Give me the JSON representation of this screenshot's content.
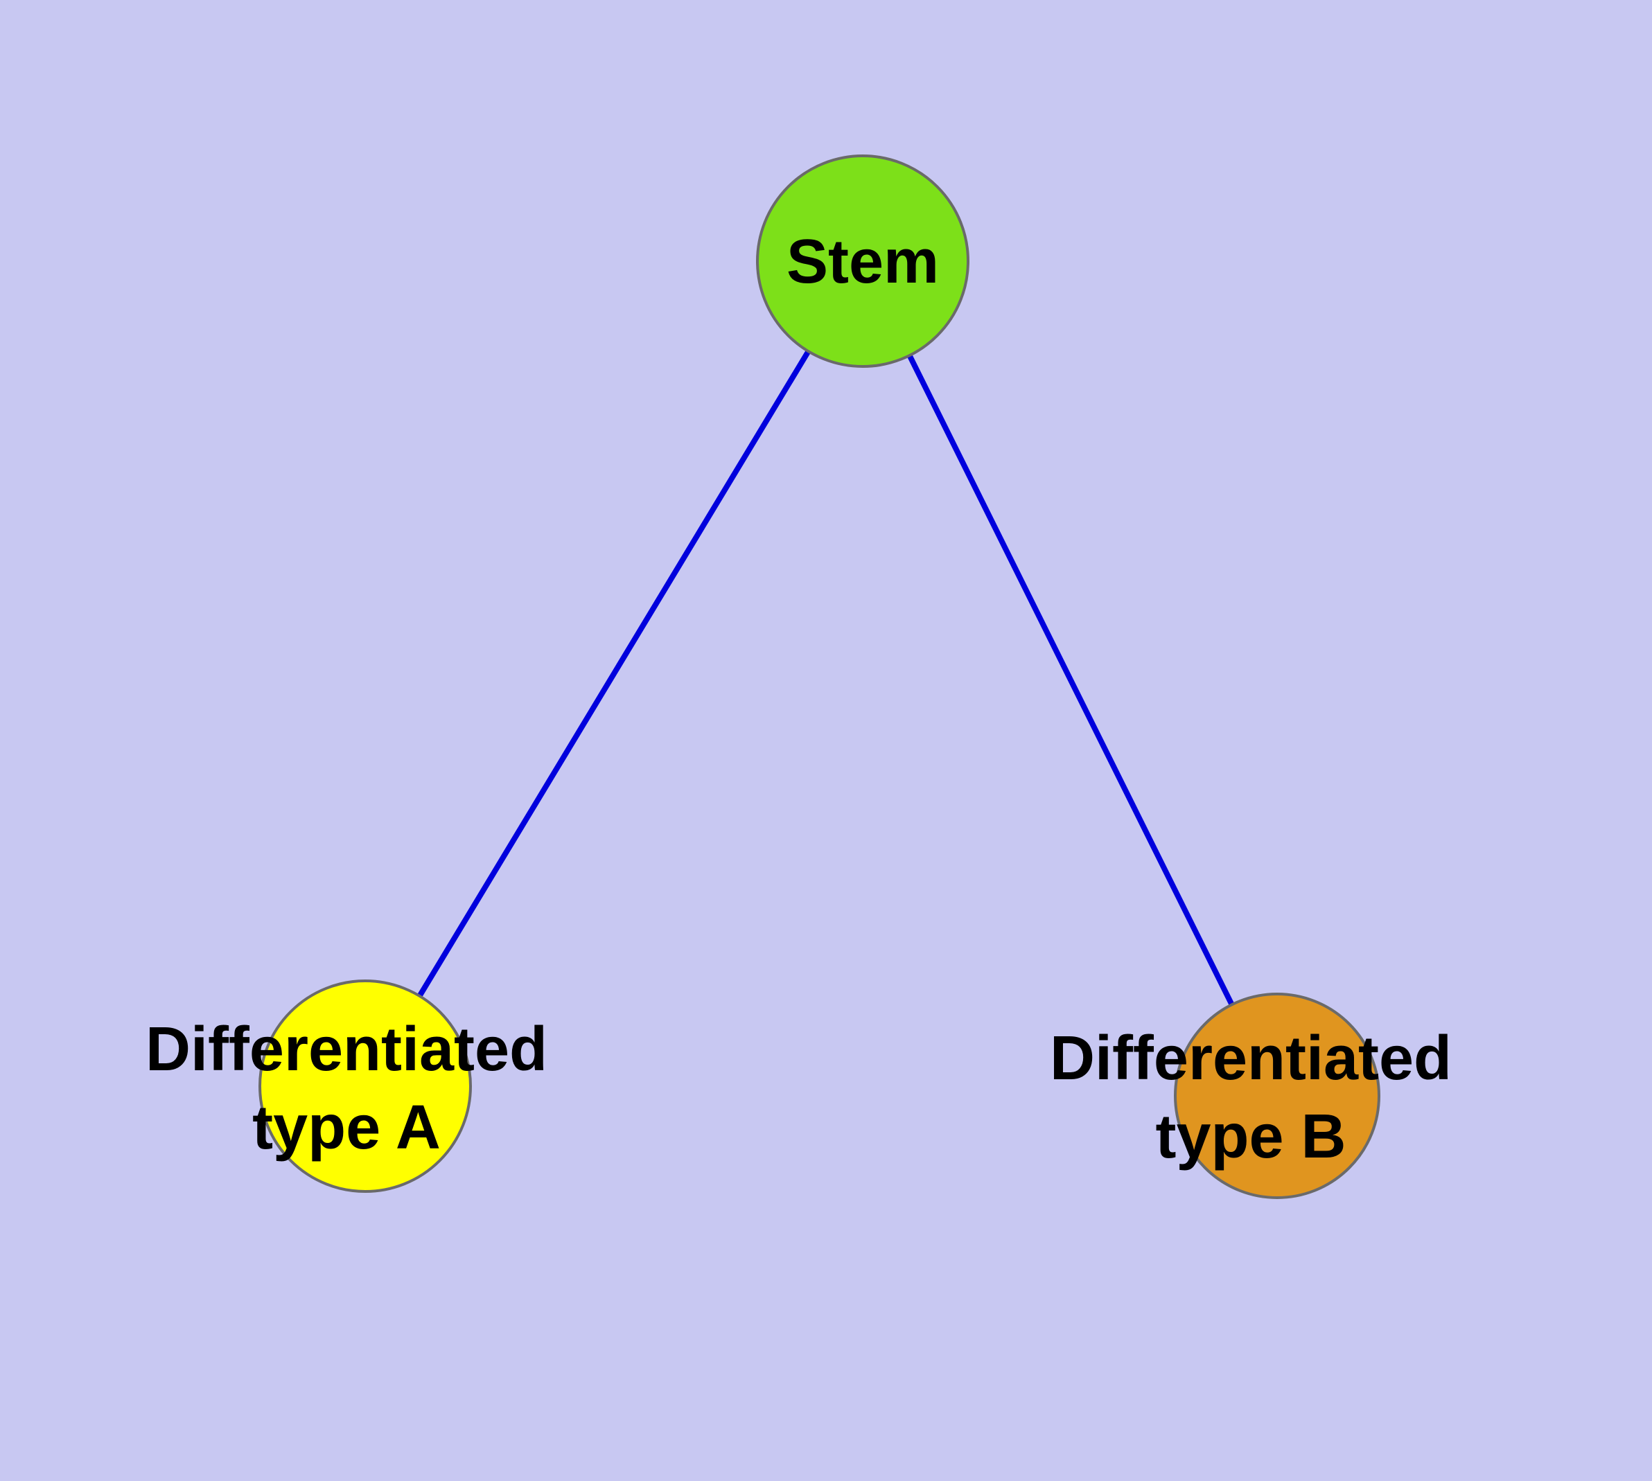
{
  "diagram": {
    "background_color": "#c8c8f2",
    "edge_color": "#0000dd",
    "nodes": {
      "stem": {
        "label": "Stem",
        "color": "#7de019"
      },
      "type_a": {
        "label_line1": "Differentiated",
        "label_line2": "type A",
        "color": "#ffff00"
      },
      "type_b": {
        "label_line1": "Differentiated",
        "label_line2": "type B",
        "color": "#e0951f"
      }
    },
    "edges": [
      {
        "from": "Stem",
        "to": "Differentiated type A"
      },
      {
        "from": "Stem",
        "to": "Differentiated type B"
      }
    ]
  }
}
